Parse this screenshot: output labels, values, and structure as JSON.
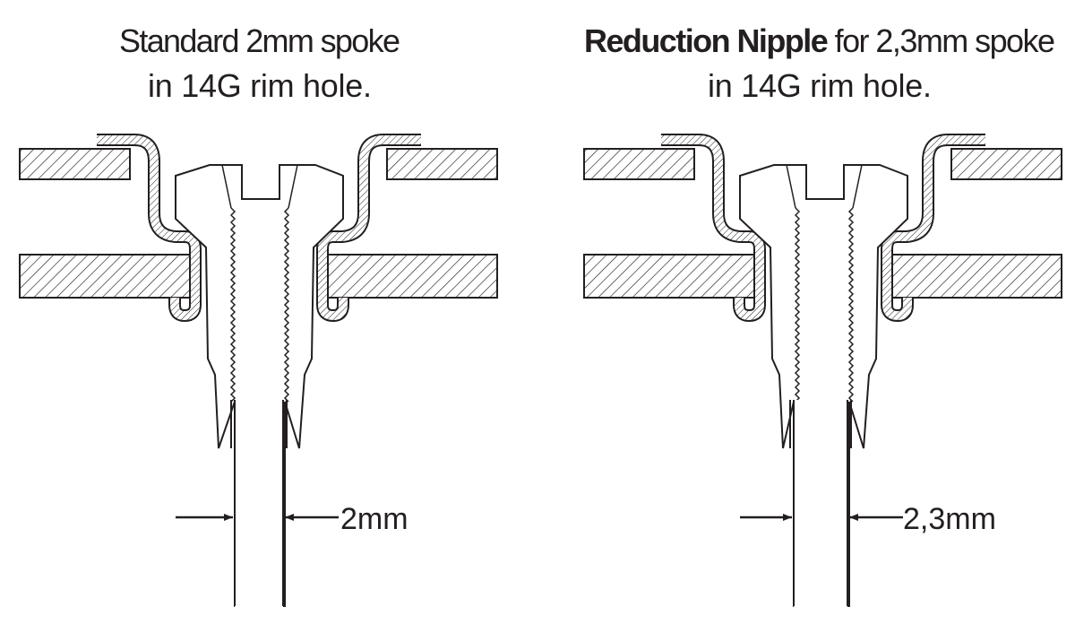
{
  "left": {
    "title_line1": "Standard 2mm spoke",
    "title_line2": "in 14G rim hole.",
    "dimension_label": "2mm"
  },
  "right": {
    "title_bold": "Reduction Nipple",
    "title_rest": " for 2,3mm spoke",
    "title_line2": "in 14G rim hole.",
    "dimension_label": "2,3mm"
  },
  "colors": {
    "ink": "#231f20",
    "background": "#ffffff"
  }
}
